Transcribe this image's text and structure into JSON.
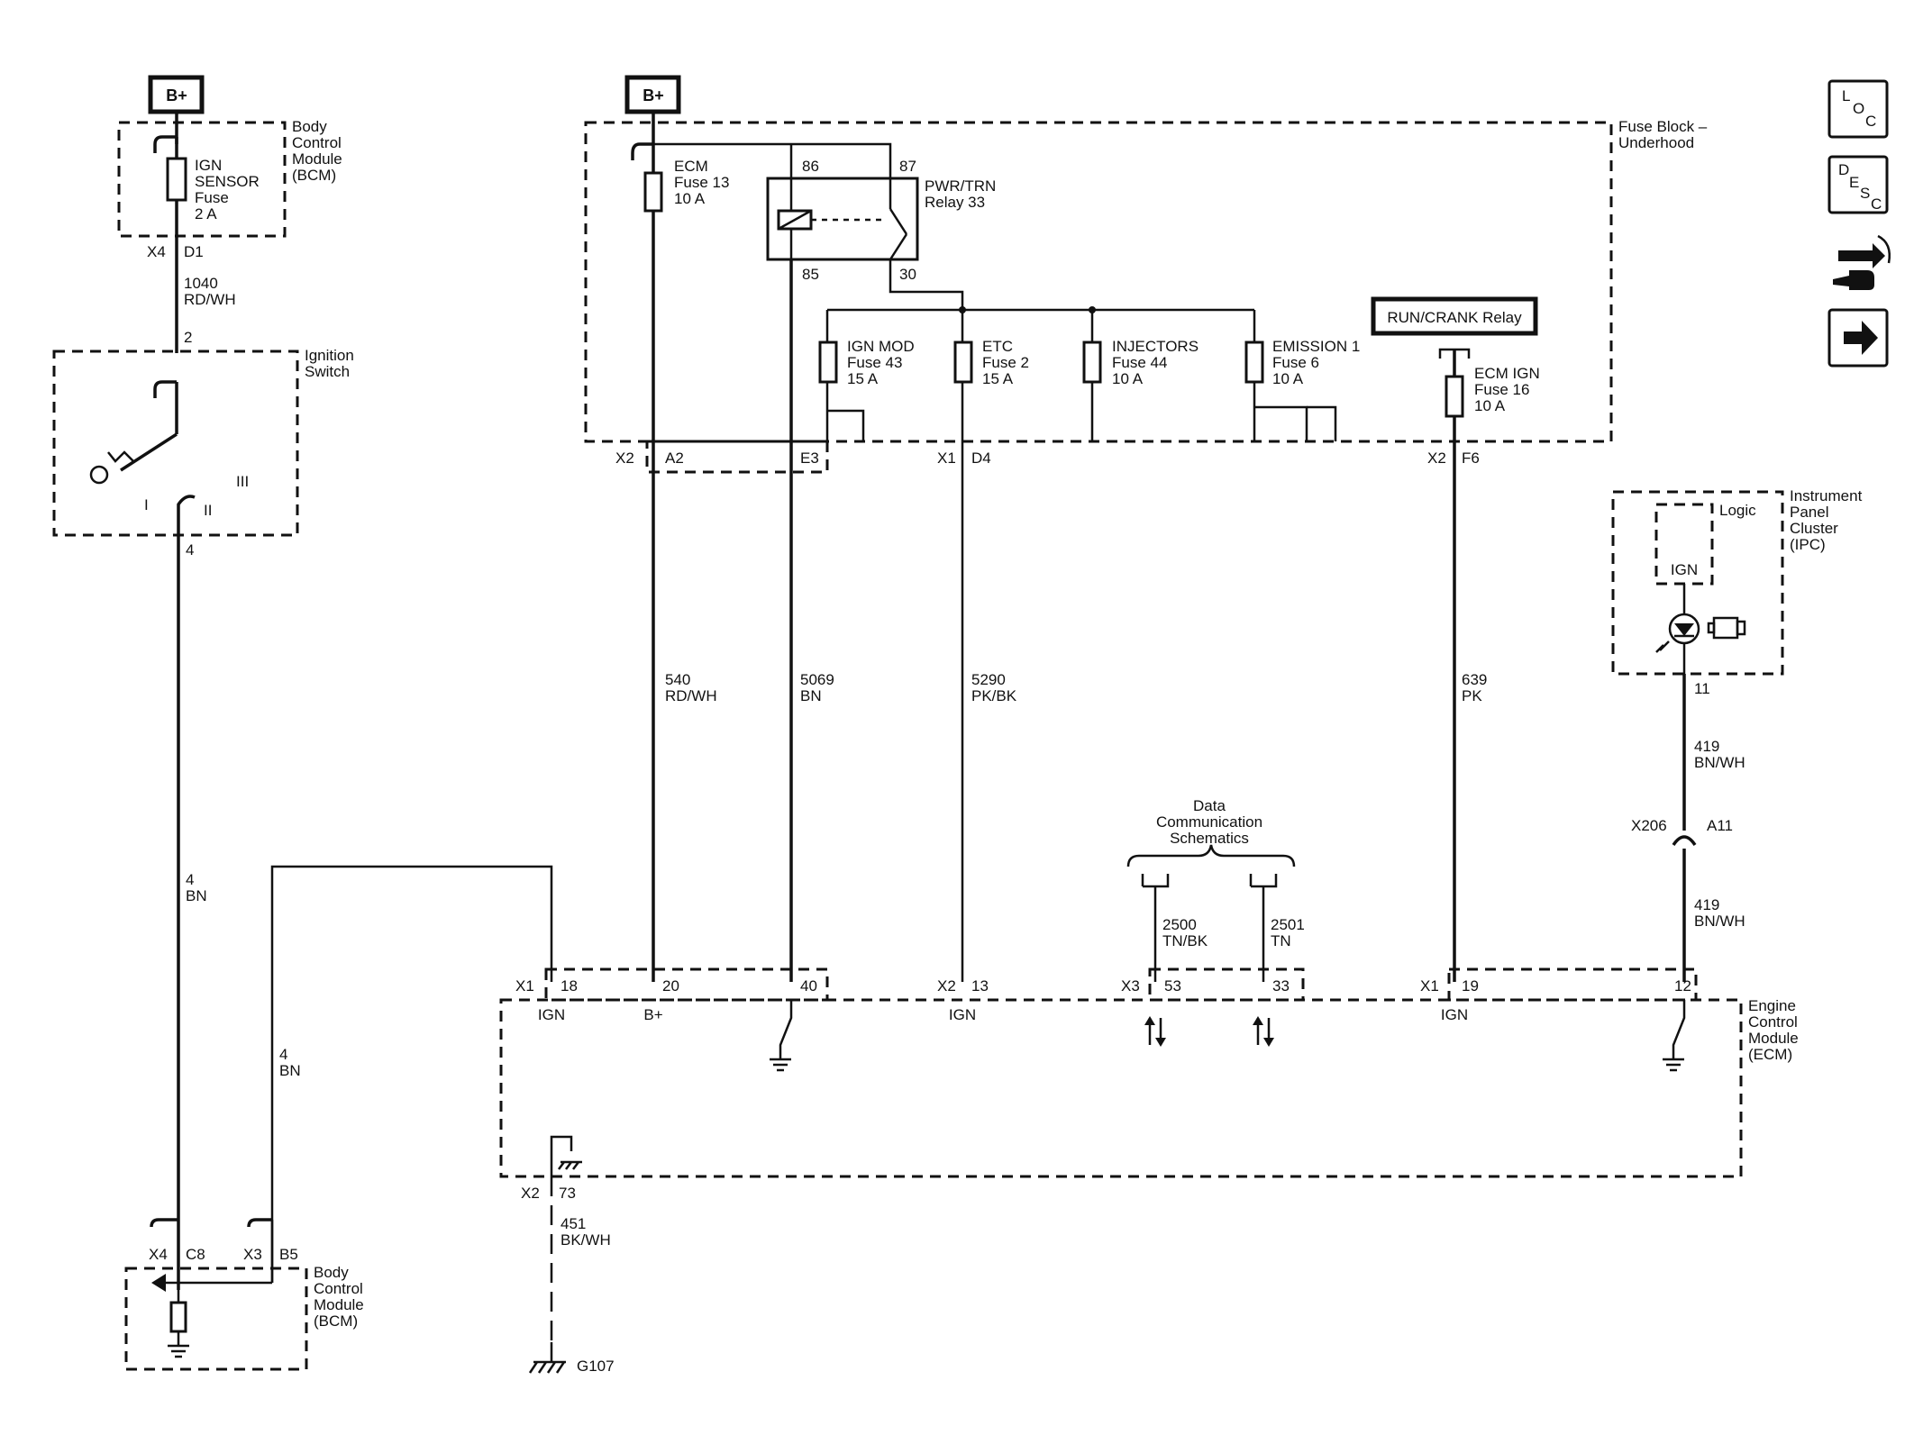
{
  "power": {
    "bplus_left": "B+",
    "bplus_right": "B+"
  },
  "modules": {
    "bcm_top": "Body\nControl\nModule\n(BCM)",
    "ignition_switch": "Ignition\nSwitch",
    "fuse_block": "Fuse Block –\nUnderhood",
    "ipc": "Instrument\nPanel\nCluster\n(IPC)",
    "ipc_logic": "Logic",
    "ipc_ign": "IGN",
    "ecm": "Engine\nControl\nModule\n(ECM)",
    "bcm_bottom": "Body\nControl\nModule\n(BCM)",
    "data_comm": "Data\nCommunication\nSchematics",
    "run_crank_relay": "RUN/CRANK Relay"
  },
  "fuses": {
    "ign_sensor": "IGN\nSENSOR\nFuse\n2 A",
    "ecm13": "ECM\nFuse 13\n10 A",
    "pwr_trn": "PWR/TRN\nRelay 33",
    "ign_mod": "IGN MOD\nFuse 43\n15 A",
    "etc": "ETC\nFuse 2\n15 A",
    "injectors": "INJECTORS\nFuse 44\n10 A",
    "emission": "EMISSION 1\nFuse 6\n10 A",
    "ecm_ign": "ECM IGN\nFuse 16\n10 A"
  },
  "relay_pins": {
    "p86": "86",
    "p87": "87",
    "p85": "85",
    "p30": "30"
  },
  "ignition_positions": {
    "p1": "I",
    "p2": "II",
    "p3": "III"
  },
  "connectors": {
    "x4": "X4",
    "d1": "D1",
    "x2a": "X2",
    "a2": "A2",
    "e3": "E3",
    "x1a": "X1",
    "d4": "D4",
    "x2b": "X2",
    "f6": "F6",
    "x206": "X206",
    "a11": "A11",
    "ipc_pin": "11",
    "ign_in": "2",
    "ign_out": "4",
    "x1_ecm": "X1",
    "pin18": "18",
    "pin20": "20",
    "pin40": "40",
    "x2_ecm": "X2",
    "pin13": "13",
    "x3_ecm": "X3",
    "pin53": "53",
    "pin33": "33",
    "x1_ecm2": "X1",
    "pin19": "19",
    "pin12": "12",
    "x2_gnd": "X2",
    "pin73": "73",
    "x4_bcm": "X4",
    "c8": "C8",
    "x3_bcm": "X3",
    "b5": "B5",
    "g107": "G107"
  },
  "ecm_labels": {
    "ign1": "IGN",
    "bplus": "B+",
    "ign2": "IGN",
    "ign3": "IGN"
  },
  "wires": {
    "w1040": "1040\nRD/WH",
    "w540": "540\nRD/WH",
    "w5069": "5069\nBN",
    "w5290": "5290\nPK/BK",
    "w639": "639\nPK",
    "w419a": "419\nBN/WH",
    "w419b": "419\nBN/WH",
    "w4a": "4\nBN",
    "w4b": "4\nBN",
    "w2500": "2500\nTN/BK",
    "w2501": "2501\nTN",
    "w451": "451\nBK/WH"
  },
  "nav": {
    "loc": {
      "l1": "L",
      "l2": "O",
      "l3": "C",
      "icon": "location-icon"
    },
    "desc": {
      "l1": "D",
      "l2": "E",
      "l3": "S",
      "l4": "C",
      "icon": "description-icon"
    },
    "conn_icon": "connector-repair-icon",
    "next_icon": "arrow-right-icon"
  }
}
